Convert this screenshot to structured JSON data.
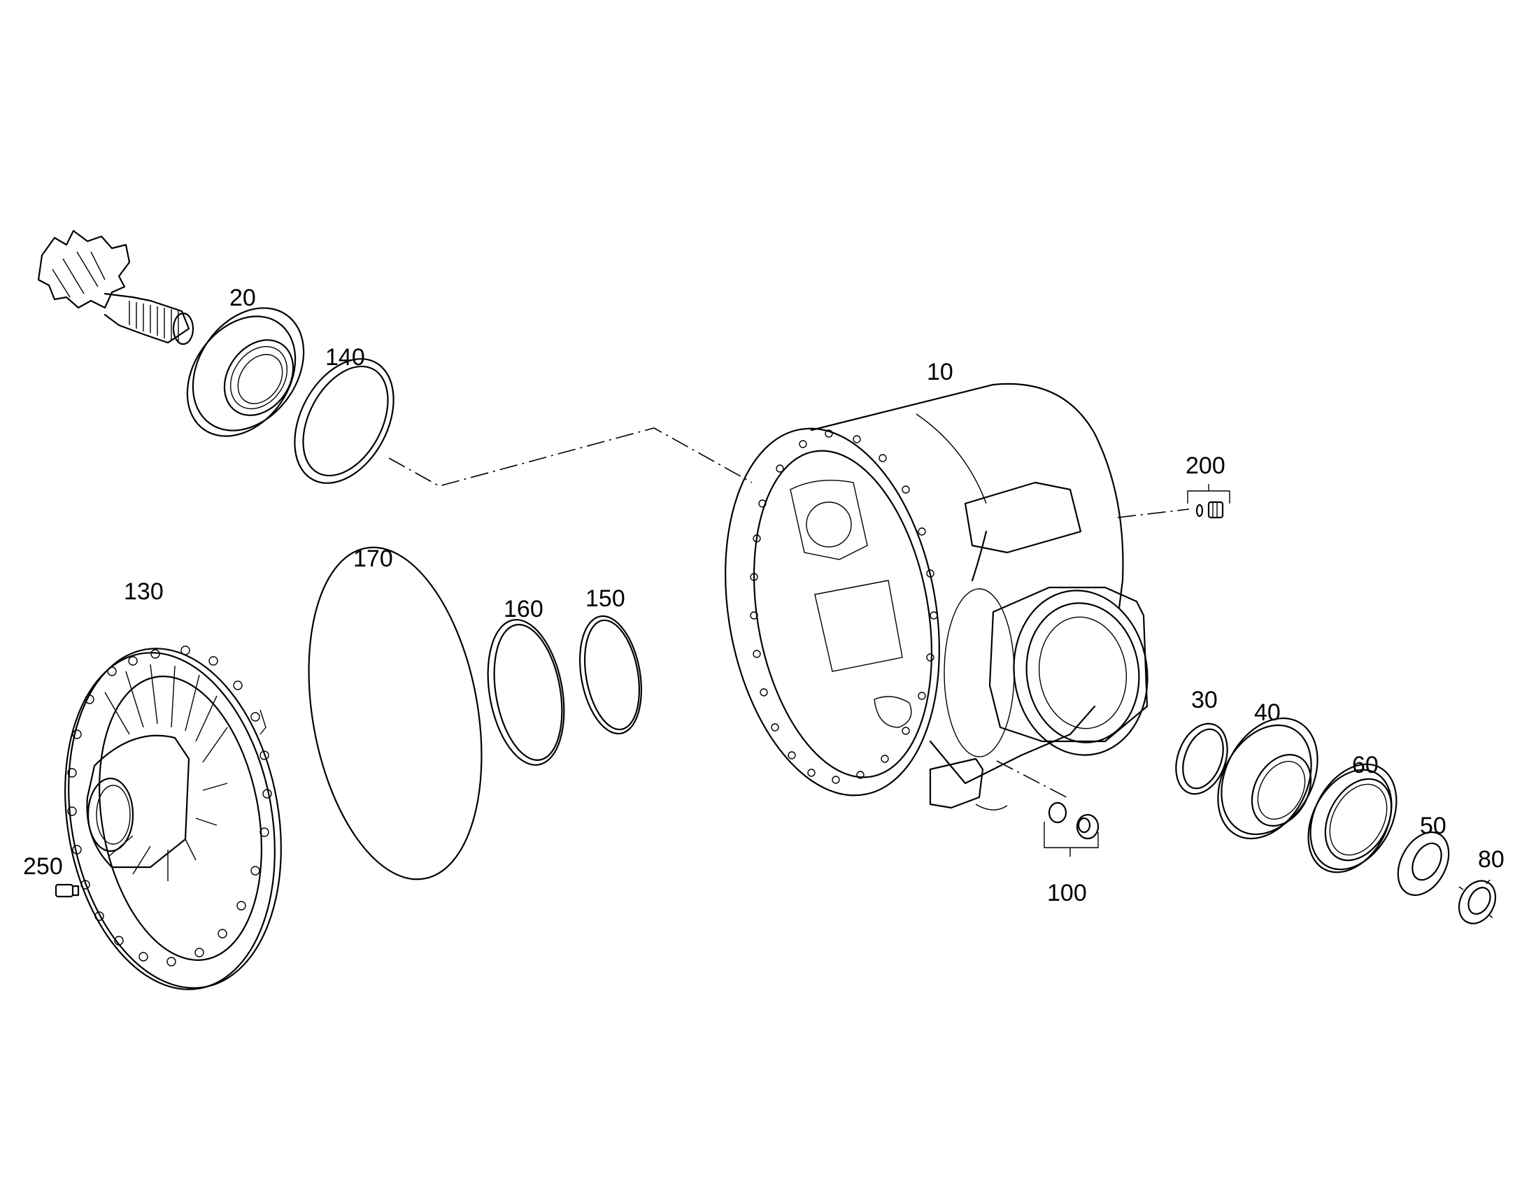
{
  "callouts": {
    "c10": "10",
    "c20": "20",
    "c30": "30",
    "c40": "40",
    "c50": "50",
    "c60": "60",
    "c80": "80",
    "c100": "100",
    "c130": "130",
    "c140": "140",
    "c150": "150",
    "c160": "160",
    "c170": "170",
    "c200": "200",
    "c250": "250"
  }
}
